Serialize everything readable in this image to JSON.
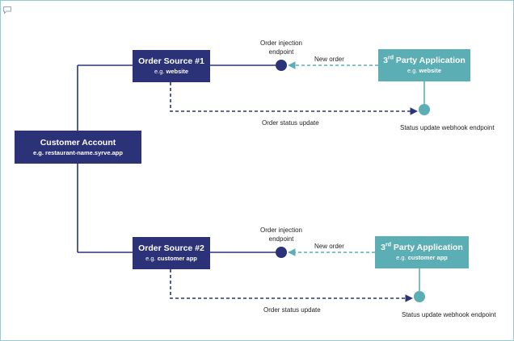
{
  "colors": {
    "navy": "#2b3278",
    "teal": "#5aaeb4",
    "frame_border": "#8ecfd6",
    "line_solid": "#2b3278",
    "line_new_order": "#5aaeb4",
    "line_status": "#2b3278"
  },
  "customer_account": {
    "title": "Customer Account",
    "subtitle": "e.g. restaurant-name.syrve.app"
  },
  "flows": [
    {
      "order_source": {
        "title": "Order Source #1",
        "sub_prefix": "e.g. ",
        "sub_value": "website"
      },
      "injection_endpoint_label": "Order injection\nendpoint",
      "new_order_label": "New order",
      "third_party": {
        "title_prefix": "3",
        "title_sup": "rd",
        "title_rest": " Party Application",
        "sub_prefix": "e.g. ",
        "sub_value": "website"
      },
      "status_update_label": "Order status update",
      "webhook_label": "Status update webhook endpoint"
    },
    {
      "order_source": {
        "title": "Order Source #2",
        "sub_prefix": "e.g. ",
        "sub_value": "customer app"
      },
      "injection_endpoint_label": "Order injection\nendpoint",
      "new_order_label": "New order",
      "third_party": {
        "title_prefix": "3",
        "title_sup": "rd",
        "title_rest": " Party Application",
        "sub_prefix": "e.g. ",
        "sub_value": "customer app"
      },
      "status_update_label": "Order status update",
      "webhook_label": "Status update webhook endpoint"
    }
  ]
}
